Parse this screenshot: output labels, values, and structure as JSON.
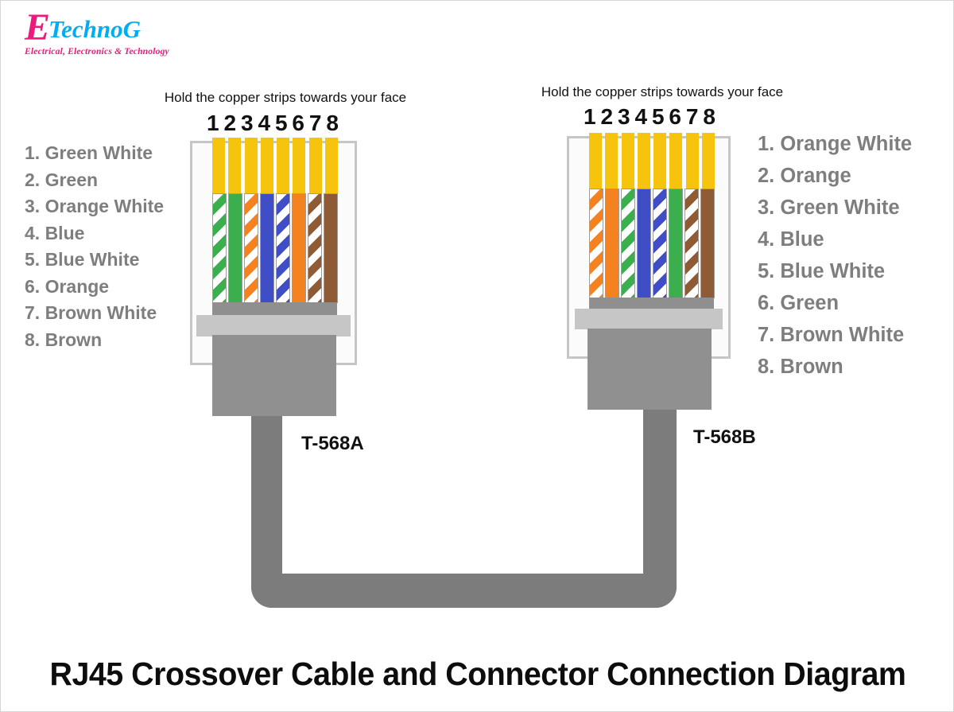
{
  "logo": {
    "initial": "E",
    "wordmark": "TechnoG",
    "tagline": "Electrical, Electronics & Technology",
    "initial_color": "#EC1A7A",
    "wordmark_color": "#00AEEF",
    "tagline_color": "#EC1A7A"
  },
  "instruction": "Hold the copper strips towards your face",
  "pin_numbers": [
    "1",
    "2",
    "3",
    "4",
    "5",
    "6",
    "7",
    "8"
  ],
  "colors": {
    "pin_gold": "#F6C40D",
    "wire_green": "#3BAE4D",
    "wire_orange": "#F58220",
    "wire_blue": "#3F4EC7",
    "wire_brown": "#8F5B35",
    "connector_body": "#FBFBFB",
    "connector_border": "#C6C6C6",
    "wire_stop_gray": "#8F8F8F",
    "latch_gray": "#C6C6C6",
    "boot_gray": "#909090",
    "cable_gray": "#7C7C7C",
    "list_text_gray": "#7E7E7E"
  },
  "connector_left": {
    "label": "T-568A",
    "wires": [
      {
        "label": "Green White",
        "pattern": "striped",
        "hex": "#3BAE4D"
      },
      {
        "label": "Green",
        "pattern": "solid",
        "hex": "#3BAE4D"
      },
      {
        "label": "Orange White",
        "pattern": "striped",
        "hex": "#F58220"
      },
      {
        "label": "Blue",
        "pattern": "solid",
        "hex": "#3F4EC7"
      },
      {
        "label": "Blue White",
        "pattern": "striped",
        "hex": "#3F4EC7"
      },
      {
        "label": "Orange",
        "pattern": "solid",
        "hex": "#F58220"
      },
      {
        "label": "Brown White",
        "pattern": "striped",
        "hex": "#8F5B35"
      },
      {
        "label": "Brown",
        "pattern": "solid",
        "hex": "#8F5B35"
      }
    ],
    "list": [
      "1. Green White",
      "2. Green",
      "3. Orange White",
      "4. Blue",
      "5. Blue White",
      "6. Orange",
      "7. Brown White",
      "8. Brown"
    ]
  },
  "connector_right": {
    "label": "T-568B",
    "wires": [
      {
        "label": "Orange White",
        "pattern": "striped",
        "hex": "#F58220"
      },
      {
        "label": "Orange",
        "pattern": "solid",
        "hex": "#F58220"
      },
      {
        "label": "Green White",
        "pattern": "striped",
        "hex": "#3BAE4D"
      },
      {
        "label": "Blue",
        "pattern": "solid",
        "hex": "#3F4EC7"
      },
      {
        "label": "Blue White",
        "pattern": "striped",
        "hex": "#3F4EC7"
      },
      {
        "label": "Green",
        "pattern": "solid",
        "hex": "#3BAE4D"
      },
      {
        "label": "Brown White",
        "pattern": "striped",
        "hex": "#8F5B35"
      },
      {
        "label": "Brown",
        "pattern": "solid",
        "hex": "#8F5B35"
      }
    ],
    "list": [
      "1. Orange White",
      "2. Orange",
      "3. Green White",
      "4. Blue",
      "5. Blue White",
      "6. Green",
      "7. Brown White",
      "8. Brown"
    ]
  },
  "title": "RJ45 Crossover Cable and Connector Connection Diagram"
}
